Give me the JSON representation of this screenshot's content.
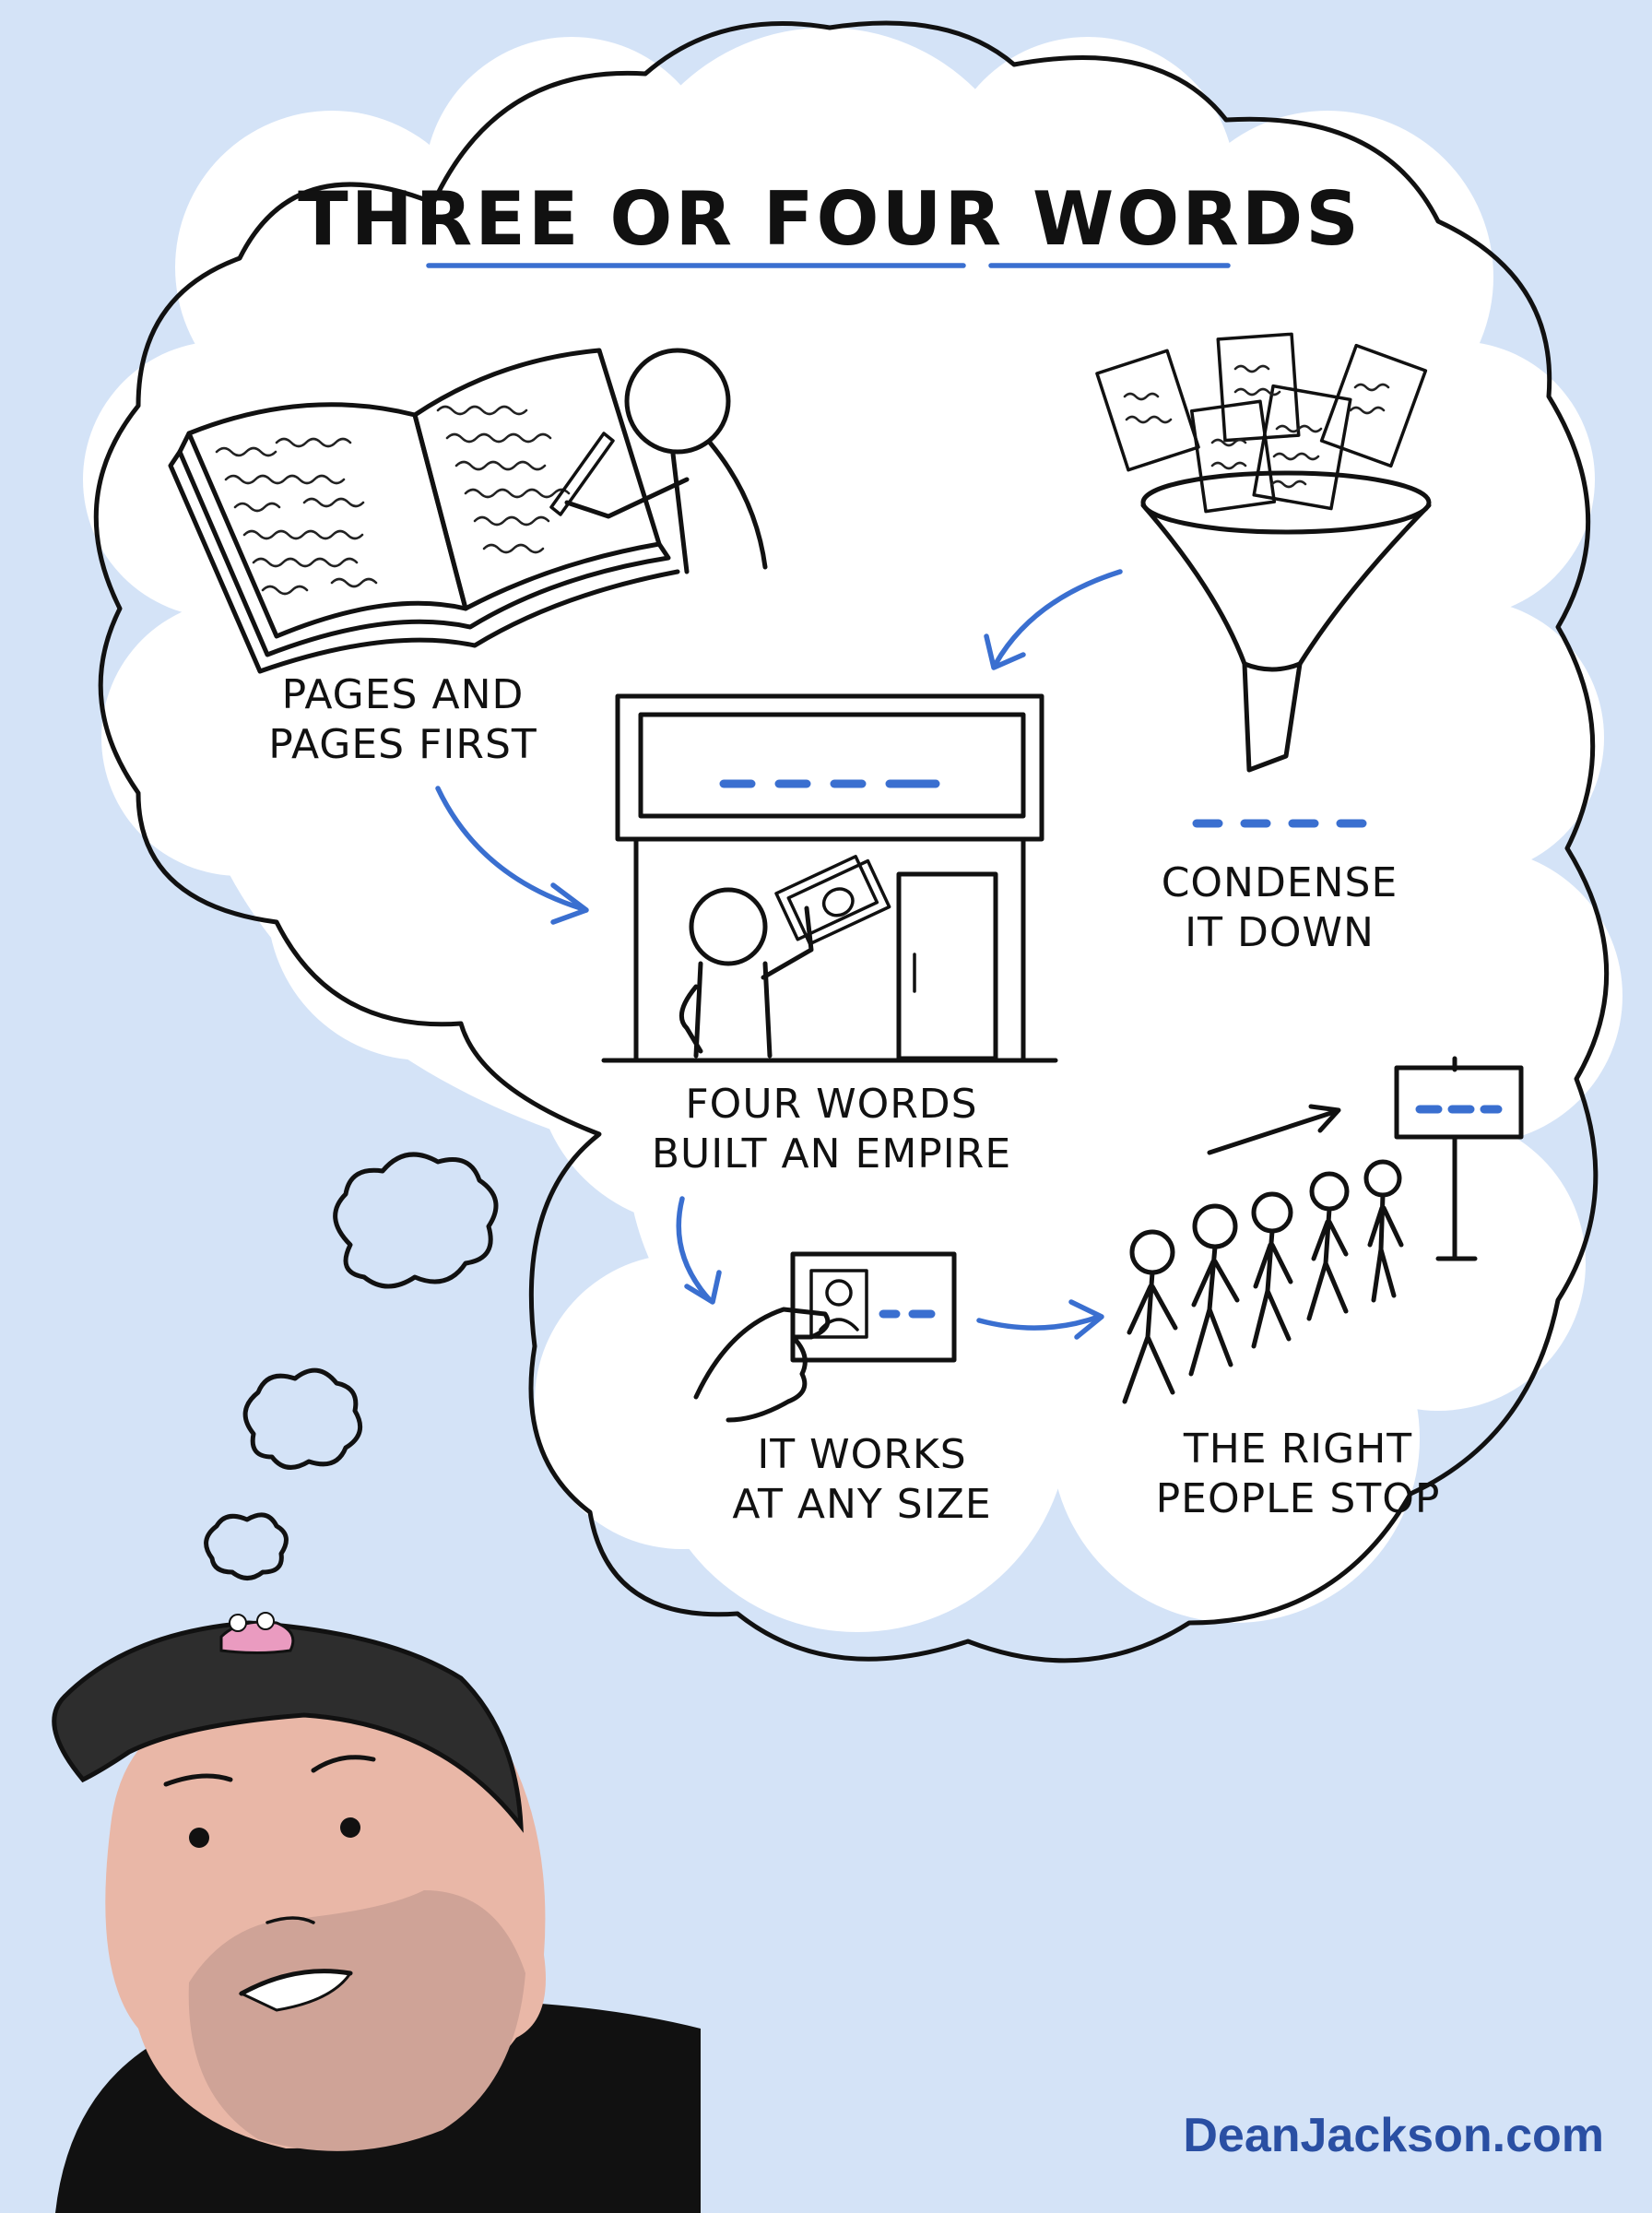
{
  "title": "THREE OR FOUR WORDS",
  "steps": [
    {
      "line1": "PAGES AND",
      "line2": "PAGES FIRST"
    },
    {
      "line1": "CONDENSE",
      "line2": "IT DOWN"
    },
    {
      "line1": "FOUR WORDS",
      "line2": "BUILT AN EMPIRE"
    },
    {
      "line1": "IT WORKS",
      "line2": "AT ANY SIZE"
    },
    {
      "line1": "THE RIGHT",
      "line2": "PEOPLE STOP"
    }
  ],
  "credit": "DeanJackson.com",
  "colors": {
    "background": "#d4e3f7",
    "accent": "#3a6fd0",
    "ink": "#111111",
    "credit": "#2a4fa3"
  }
}
